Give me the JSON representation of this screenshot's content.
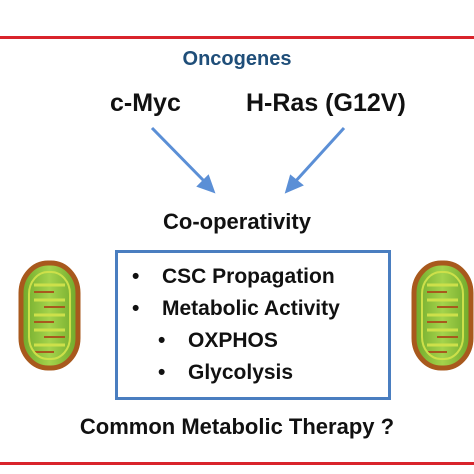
{
  "heading": "Oncogenes",
  "genes": {
    "left": "c-Myc",
    "right": "H-Ras (G12V)"
  },
  "result": "Co-operativity",
  "box": {
    "items": [
      {
        "bullet": "•",
        "text": "CSC Propagation"
      },
      {
        "bullet": "•",
        "text": "Metabolic Activity"
      },
      {
        "bullet": "•",
        "text": "OXPHOS"
      },
      {
        "bullet": "•",
        "text": "Glycolysis"
      }
    ]
  },
  "footer": "Common Metabolic Therapy ?",
  "icons": [
    "arrow-icon",
    "mitochondrion-icon"
  ],
  "colors": {
    "frame": "#d9232b",
    "heading": "#1f4e79",
    "arrow": "#5b8fd6",
    "box_border": "#4a7ec0",
    "mito_outer": "#a8591d",
    "mito_fill": "#8dc63f",
    "mito_inner": "#cde04a"
  }
}
